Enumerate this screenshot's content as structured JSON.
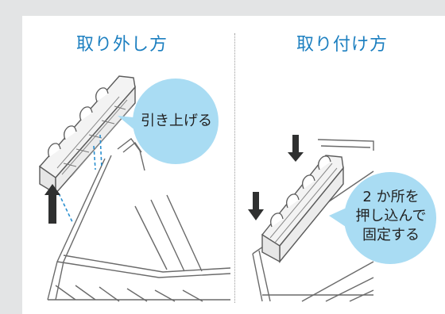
{
  "left": {
    "title": "取り外し方",
    "bubble": "引き上げる"
  },
  "right": {
    "title": "取り付け方",
    "bubble_lines": [
      "2 か所を",
      "押し込んで",
      "固定する"
    ]
  },
  "colors": {
    "background": "#e3e4e5",
    "panel": "#ffffff",
    "title": "#1c7fc0",
    "bubble": "#a9dcf3",
    "arrow": "#2f3030",
    "guide": "#2a8fd0"
  }
}
